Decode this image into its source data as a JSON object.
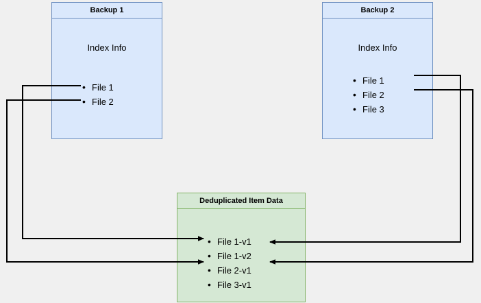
{
  "diagram": {
    "background_color": "#f0f0f0",
    "blue_fill": "#dae8fc",
    "blue_stroke": "#6c8ebf",
    "green_fill": "#d5e8d4",
    "green_stroke": "#82b366",
    "line_color": "#000000"
  },
  "backup1": {
    "title": "Backup 1",
    "heading": "Index Info",
    "files": [
      "File 1",
      "File 2"
    ]
  },
  "backup2": {
    "title": "Backup 2",
    "heading": "Index Info",
    "files": [
      "File 1",
      "File 2",
      "File 3"
    ]
  },
  "dedup": {
    "title": "Deduplicated Item Data",
    "items": [
      "File 1-v1",
      "File 1-v2",
      "File 2-v1",
      "File 3-v1"
    ]
  }
}
